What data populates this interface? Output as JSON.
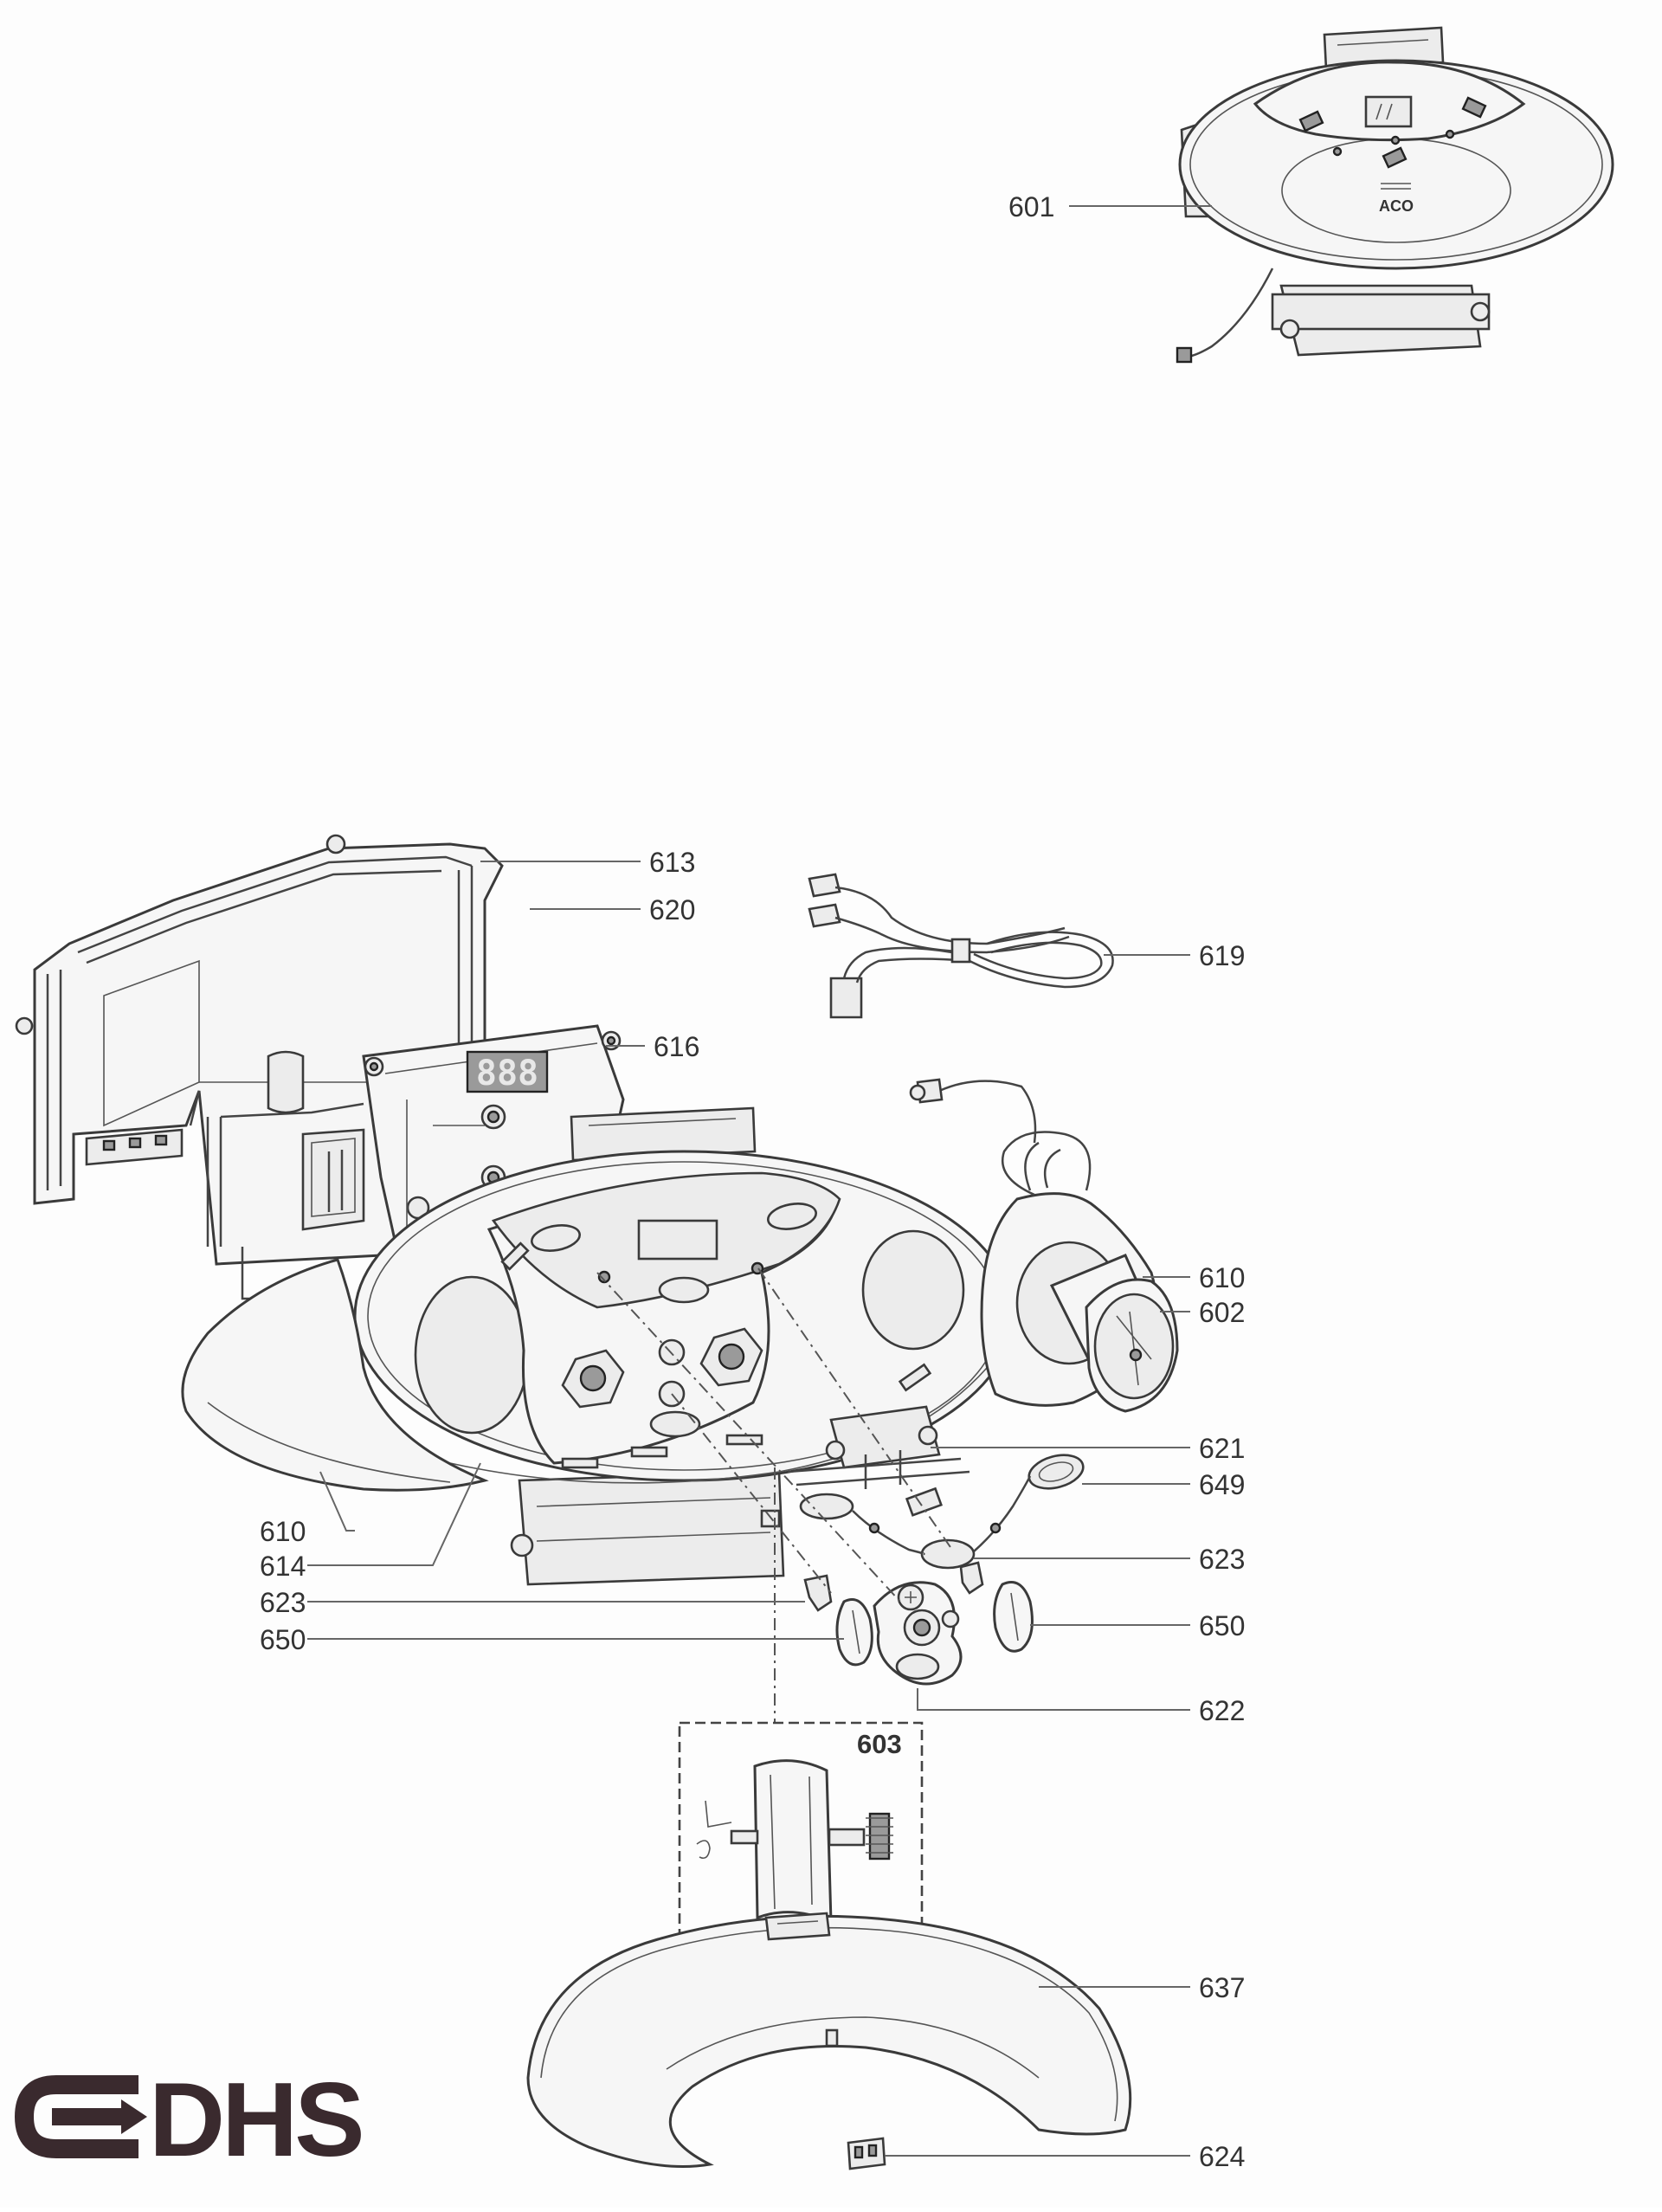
{
  "callouts": {
    "c601": "601",
    "c613": "613",
    "c620": "620",
    "c619": "619",
    "c616": "616",
    "c610_right": "610",
    "c602": "602",
    "c621": "621",
    "c649": "649",
    "c623_right": "623",
    "c650_right": "650",
    "c622": "622",
    "c603": "603",
    "c637": "637",
    "c624": "624",
    "c610_left": "610",
    "c614": "614",
    "c623_left": "623",
    "c650_left": "650"
  },
  "panel_brand": "ACO",
  "display_digits": "888",
  "logo": {
    "text": "DHS",
    "color": "#3a2a2e"
  }
}
